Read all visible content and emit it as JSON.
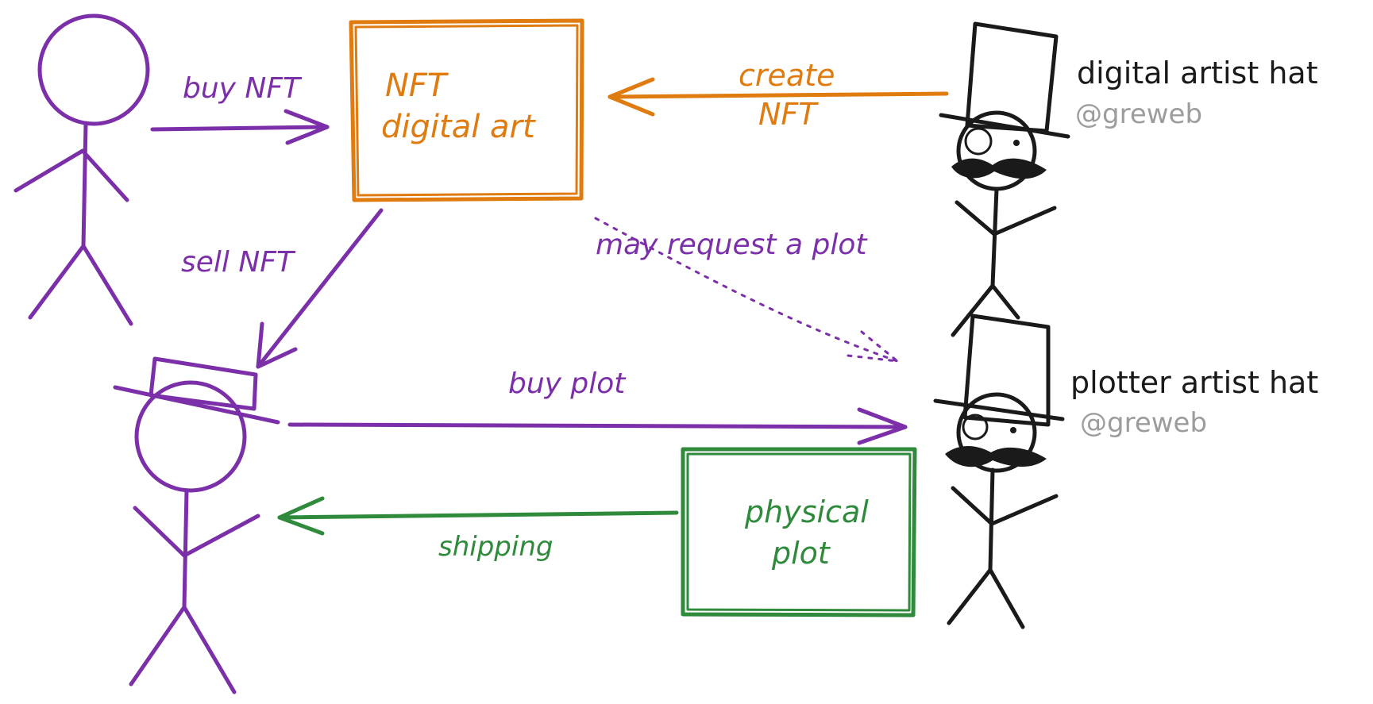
{
  "nodes": {
    "nft_box": {
      "line1": "NFT",
      "line2": "digital art"
    },
    "physical_box": {
      "line1": "physical",
      "line2": "plot"
    },
    "digital_artist": {
      "label": "digital artist hat",
      "handle": "@greweb"
    },
    "plotter_artist": {
      "label": "plotter artist hat",
      "handle": "@greweb"
    }
  },
  "edges": {
    "buy_nft": "buy NFT",
    "create_nft_line1": "create",
    "create_nft_line2": "NFT",
    "sell_nft": "sell NFT",
    "may_request": "may request a plot",
    "buy_plot": "buy plot",
    "shipping": "shipping"
  },
  "colors": {
    "collector": "#7b2fa8",
    "nft": "#e07b10",
    "physical": "#2f8a3c",
    "artist": "#1a1a1a",
    "handle": "#9c9c9c"
  }
}
